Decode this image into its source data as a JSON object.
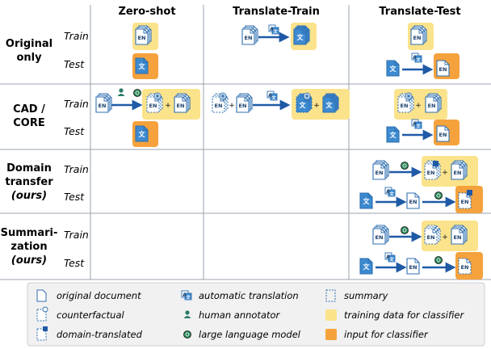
{
  "columns": [
    "Zero-shot",
    "Translate-Train",
    "Translate-Test"
  ],
  "rows": {
    "original": {
      "line1": "Original",
      "line2": "only"
    },
    "cad": {
      "line1": "CAD /",
      "line2": "CORE"
    },
    "domain": {
      "line1": "Domain",
      "line2": "transfer",
      "line3": "(ours)"
    },
    "summ": {
      "line1": "Summari-",
      "line2": "zation",
      "line3": "(ours)"
    }
  },
  "splits": {
    "train": "Train",
    "test": "Test"
  },
  "doc_labels": {
    "en": "EN",
    "target": "文",
    "translate_a": "A",
    "translate_b": "文"
  },
  "legend": {
    "original_document": "original document",
    "counterfactual": "counterfactual",
    "domain_translated": "domain-translated",
    "automatic_translation": "automatic translation",
    "human_annotator": "human annotator",
    "large_language_model": "large language model",
    "summary": "summary",
    "training_data": "training data for classifier",
    "input_for_classifier": "input for classifier"
  },
  "icons": [
    "document-icon",
    "counterfactual-icon",
    "domain-translated-icon",
    "translation-icon",
    "human-annotator-icon",
    "llm-icon",
    "summary-icon",
    "arrow-icon",
    "plus-icon"
  ],
  "colors": {
    "doc_stroke": "#2f6fb0",
    "target_fill": "#3c8ad0",
    "train_highlight": "#fbe38c",
    "test_highlight": "#f5a23c",
    "arrow": "#1f5aa6",
    "grid": "#9aa3ad"
  }
}
